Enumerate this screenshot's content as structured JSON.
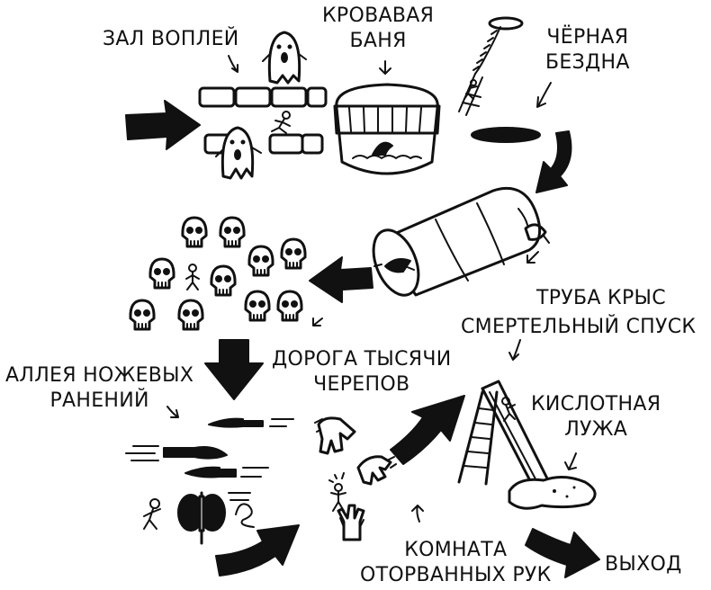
{
  "labels": {
    "hall": "ЗАЛ ВОПЛЕЙ",
    "bath": "КРОВАВАЯ\nБАНЯ",
    "abyss": "ЧЁРНАЯ\nБЕЗДНА",
    "rats": "ТРУБА КРЫС",
    "descent": "СМЕРТЕЛЬНЫЙ СПУСК",
    "skulls_road": "ДОРОГА ТЫСЯЧИ\nЧЕРЕПОВ",
    "knives": "АЛЛЕЯ НОЖЕВЫХ\nРАНЕНИЙ",
    "acid": "КИСЛОТНАЯ\nЛУЖА",
    "hands": "КОМНАТА\nОТОРВАННЫХ РУК",
    "exit": "ВЫХОД"
  }
}
